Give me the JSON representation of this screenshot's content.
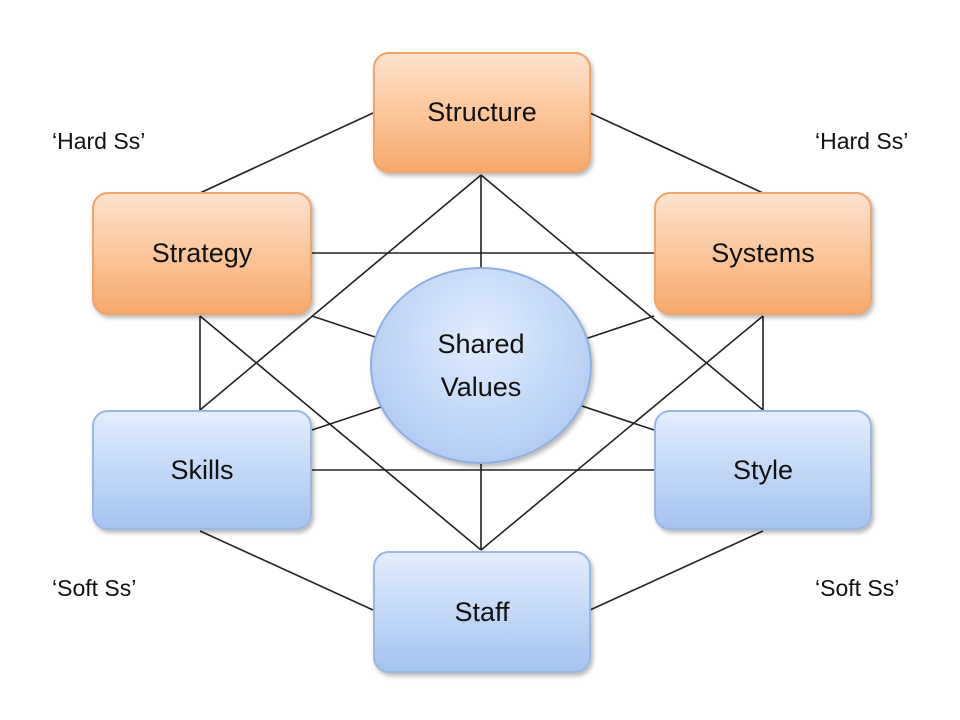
{
  "nodes": {
    "structure": "Structure",
    "strategy": "Strategy",
    "systems": "Systems",
    "skills": "Skills",
    "style": "Style",
    "staff": "Staff"
  },
  "center": {
    "line1": "Shared",
    "line2": "Values"
  },
  "labels": {
    "hard_left": "‘Hard Ss’",
    "hard_right": "‘Hard Ss’",
    "soft_left": "‘Soft Ss’",
    "soft_right": "‘Soft Ss’"
  },
  "colors": {
    "hard_fill": "#f9b98a",
    "soft_fill": "#bcd3f5",
    "connector": "#222222"
  }
}
